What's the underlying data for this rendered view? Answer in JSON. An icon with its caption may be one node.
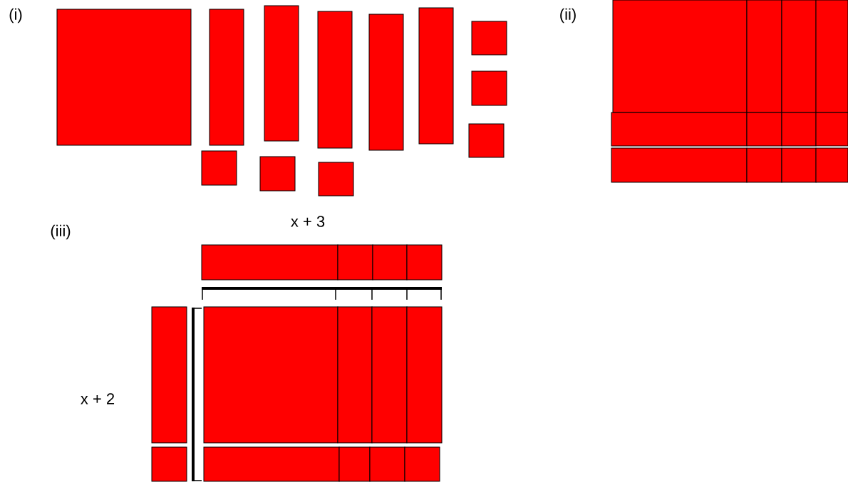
{
  "diagram": {
    "labels": [
      "(i)",
      "(ii)",
      "(iii)",
      "x + 3",
      "x + 2"
    ]
  }
}
